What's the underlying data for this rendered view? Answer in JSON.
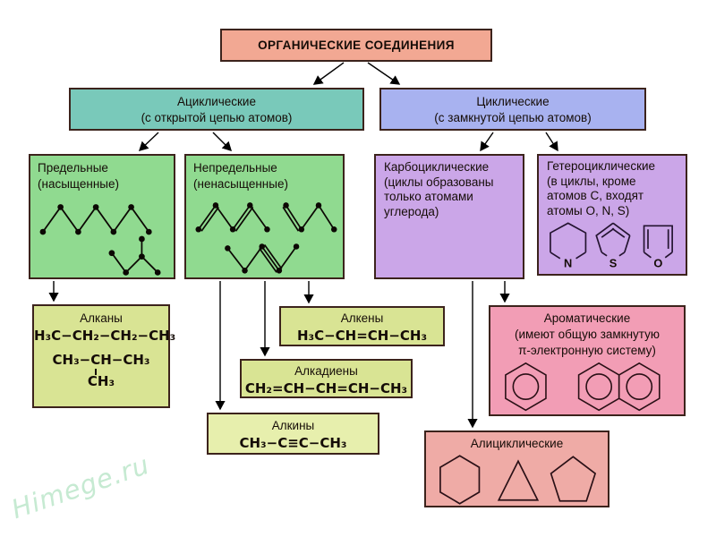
{
  "palette": {
    "root_bg": "#f2a893",
    "acyclic_bg": "#79c9ba",
    "cyclic_bg": "#a8b2f0",
    "green_bg": "#90da90",
    "purple_bg": "#cba6e8",
    "yellowgreen_bg": "#d9e494",
    "alkynes_bg": "#e7efad",
    "aromatic_bg": "#f29db5",
    "alicyclic_bg": "#efaba6",
    "border": "#3c231c",
    "watermark_color": "#c6ead2"
  },
  "root": {
    "title": "ОРГАНИЧЕСКИЕ СОЕДИНЕНИЯ"
  },
  "acyclic": {
    "title": "Ациклические",
    "subtitle": "(с открытой цепью атомов)"
  },
  "cyclic": {
    "title": "Циклические",
    "subtitle": "(с замкнутой цепью атомов)"
  },
  "saturated": {
    "title": "Предельные",
    "subtitle": "(насыщенные)"
  },
  "unsaturated": {
    "title": "Непредельные",
    "subtitle": "(ненасыщенные)"
  },
  "carbocyclic": {
    "lines": [
      "Карбоциклические",
      "(циклы образованы",
      "только атомами",
      "углерода)"
    ]
  },
  "heterocyclic": {
    "lines": [
      "Гетероциклические",
      "(в циклы, кроме",
      "атомов C, входят",
      "атомы  O, N, S)"
    ],
    "atoms": {
      "n": "N",
      "s": "S",
      "o": "O"
    }
  },
  "alkanes": {
    "title": "Алканы",
    "formula1": "H₃C−CH₂−CH₂−CH₃",
    "formula2": "CH₃−CH−CH₃",
    "branch": "CH₃"
  },
  "alkenes": {
    "title": "Алкены",
    "formula": "H₃C−CH=CH−CH₃"
  },
  "alkadienes": {
    "title": "Алкадиены",
    "formula": "CH₂=CH−CH=CH−CH₃"
  },
  "alkynes": {
    "title": "Алкины",
    "formula": "CH₃−C≡C−CH₃"
  },
  "aromatic": {
    "title": "Ароматические",
    "line2": "(имеют общую замкнутую",
    "line3": "π-электронную систему)"
  },
  "alicyclic": {
    "title": "Алициклические"
  },
  "watermark": "Himege.ru"
}
